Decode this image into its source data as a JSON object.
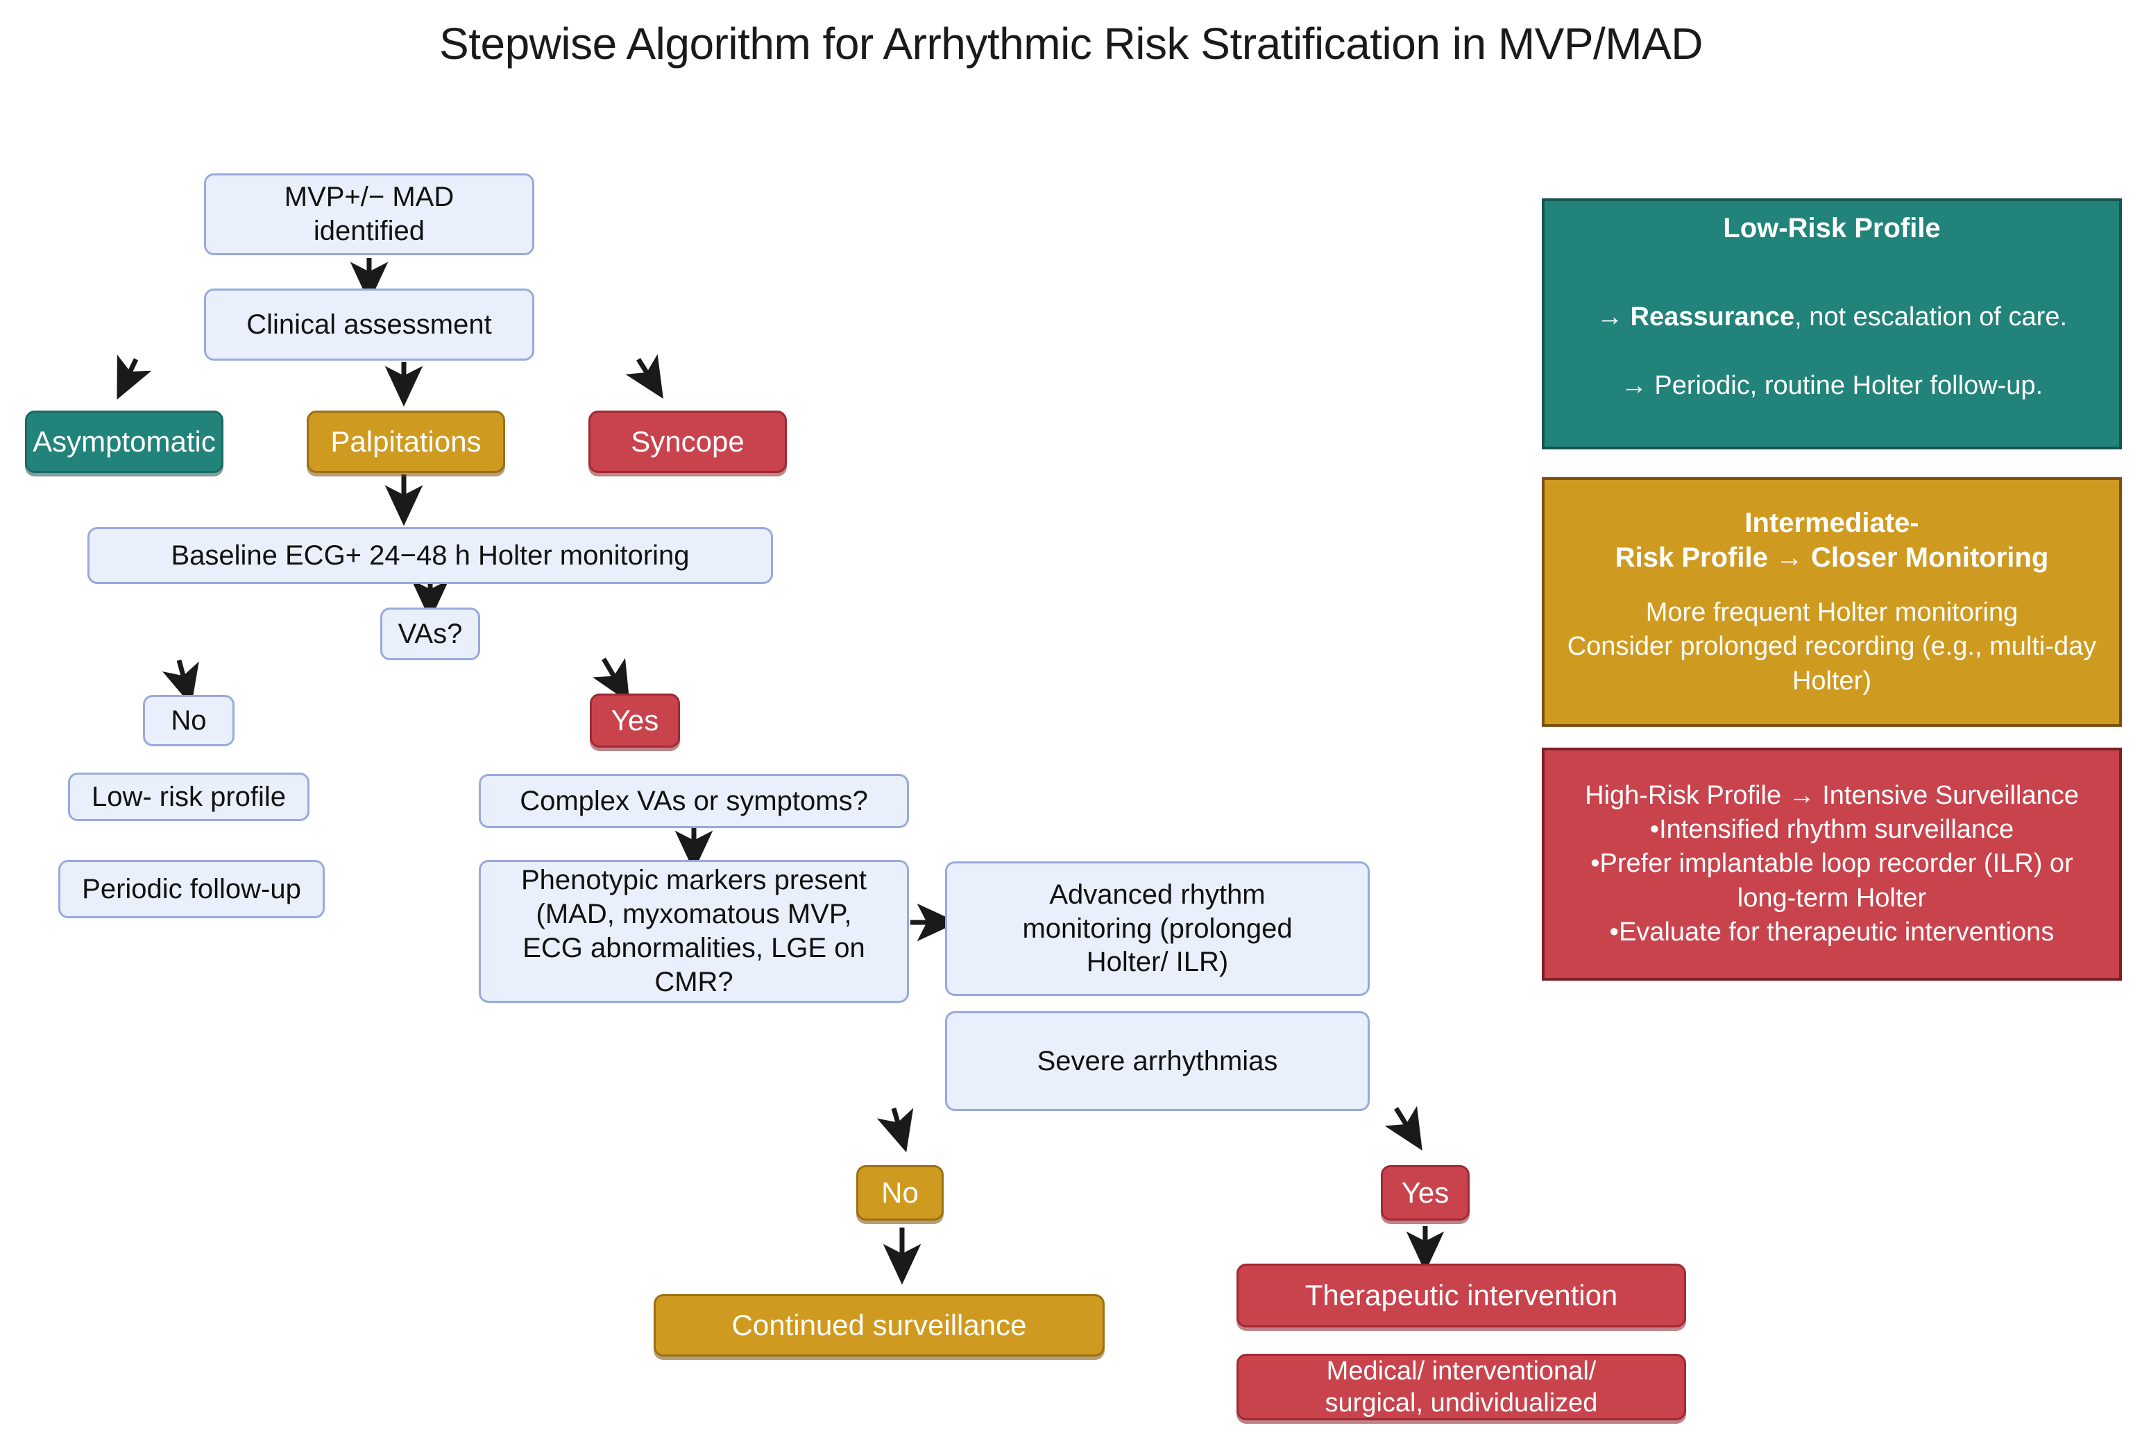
{
  "title": "Stepwise Algorithm for Arrhythmic Risk Stratification in MVP/MAD",
  "colors": {
    "blue_fill": "#eaf0fb",
    "blue_border": "#97aadd",
    "teal": "#22837a",
    "gold": "#cf9a20",
    "red": "#c9434d",
    "arrow": "#1a1a1a",
    "text_dark": "#111111",
    "text_light": "#ffffff"
  },
  "flow": {
    "start": "MVP+/− MAD\nidentified",
    "clinical_assessment": "Clinical assessment",
    "branch_asymptomatic": "Asymptomatic",
    "branch_palpitations": "Palpitations",
    "branch_syncope": "Syncope",
    "baseline_ecg": "Baseline ECG+ 24−48 h Holter monitoring",
    "vas_question": "VAs?",
    "vas_no": "No",
    "low_risk_profile": "Low- risk profile",
    "periodic_followup": "Periodic follow-up",
    "vas_yes": "Yes",
    "complex_vas": "Complex VAs or symptoms?",
    "phenotypic_markers": "Phenotypic markers present\n(MAD, myxomatous MVP,\nECG abnormalities, LGE on\nCMR?",
    "advanced_monitoring": "Advanced rhythm\nmonitoring (prolonged\nHolter/ ILR)",
    "severe_arrhythmias": "Severe arrhythmias",
    "severe_no": "No",
    "severe_yes": "Yes",
    "continued_surveillance": "Continued surveillance",
    "therapeutic_intervention": "Therapeutic intervention",
    "therapeutic_detail": "Medical/ interventional/\nsurgical, undividualized"
  },
  "legend": {
    "low": {
      "title": "Low-Risk Profile",
      "line1_prefix": "→ ",
      "line1_bold": "Reassurance",
      "line1_rest": ", not escalation of care.",
      "line2": "→ Periodic, routine Holter follow-up."
    },
    "intermediate": {
      "title": "Intermediate-\nRisk Profile → Closer Monitoring",
      "body": "More frequent Holter monitoring\nConsider prolonged recording (e.g., multi-day\nHolter)"
    },
    "high": {
      "body": "High-Risk Profile → Intensive Surveillance\n•Intensified rhythm surveillance\n•Prefer implantable loop recorder (ILR) or\nlong-term Holter\n•Evaluate for therapeutic interventions"
    }
  }
}
